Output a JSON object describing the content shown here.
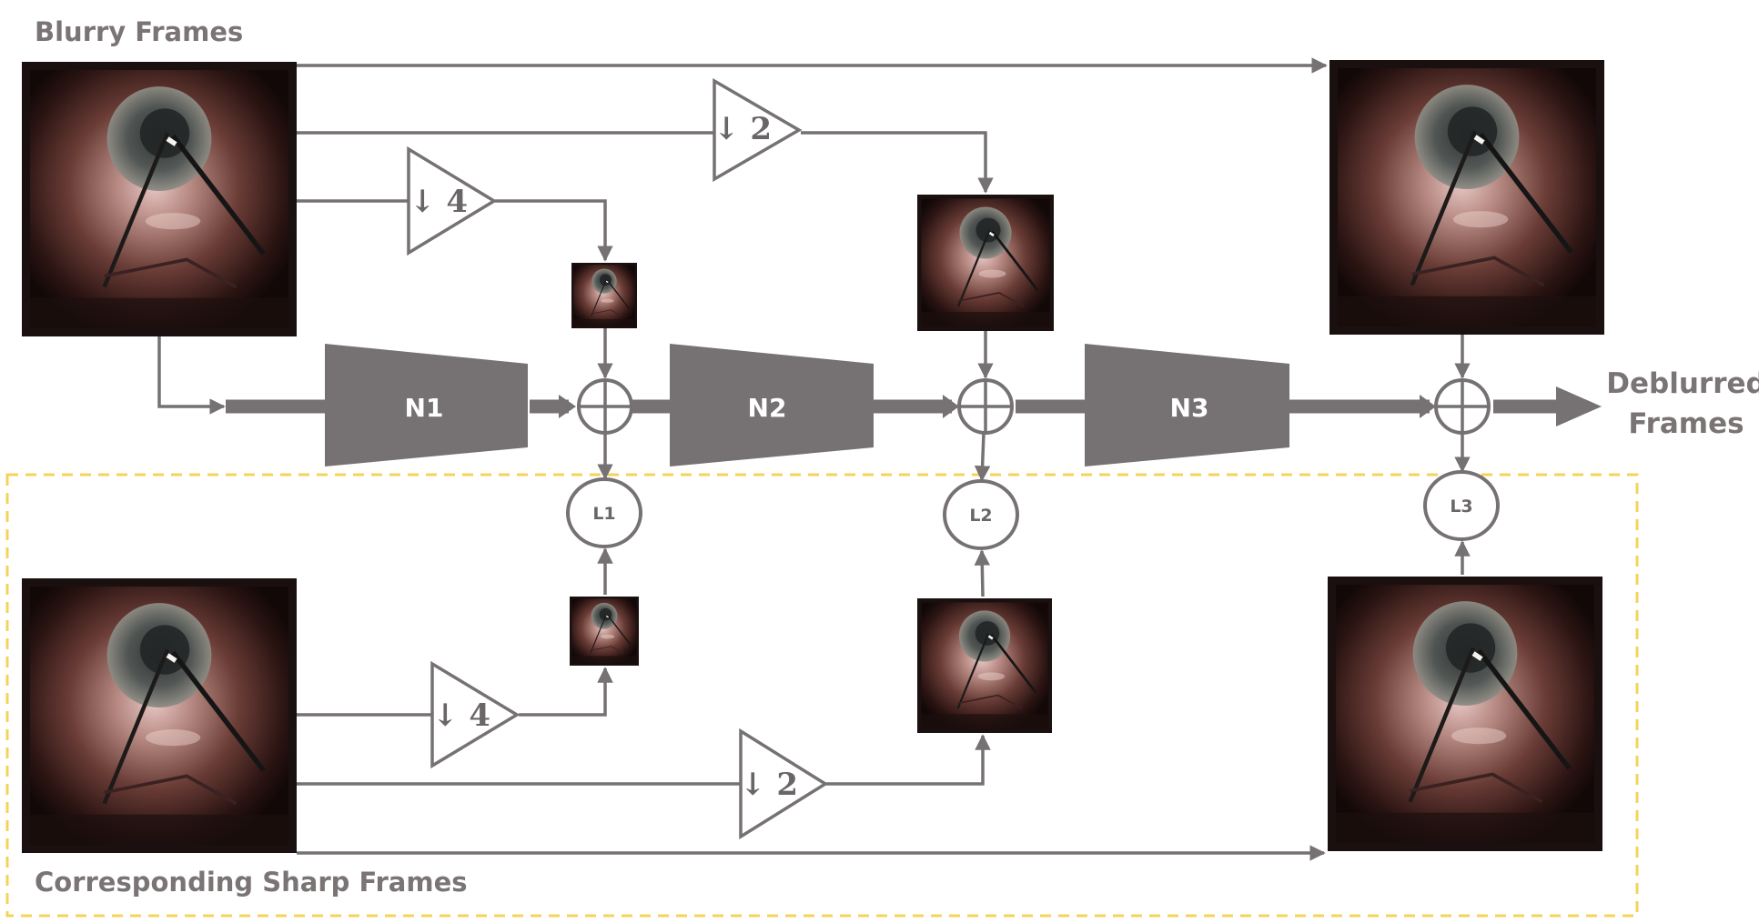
{
  "labels": {
    "blurry_frames": "Blurry Frames",
    "sharp_frames": "Corresponding Sharp Frames",
    "deblurred_line1": "Deblurred",
    "deblurred_line2": "Frames"
  },
  "networks": {
    "n1": "N1",
    "n2": "N2",
    "n3": "N3"
  },
  "losses": {
    "l1": "L1",
    "l2": "L2",
    "l3": "L3"
  },
  "downsamplers": {
    "blurry_x2": "↓ 2",
    "blurry_x4": "↓ 4",
    "sharp_x4": "↓ 4",
    "sharp_x2": "↓ 2"
  },
  "colors": {
    "line": "#767172",
    "block": "#767172",
    "dashed_box": "#f5d35a",
    "text": "#7b7475",
    "frame_bg": "#1a1010"
  }
}
